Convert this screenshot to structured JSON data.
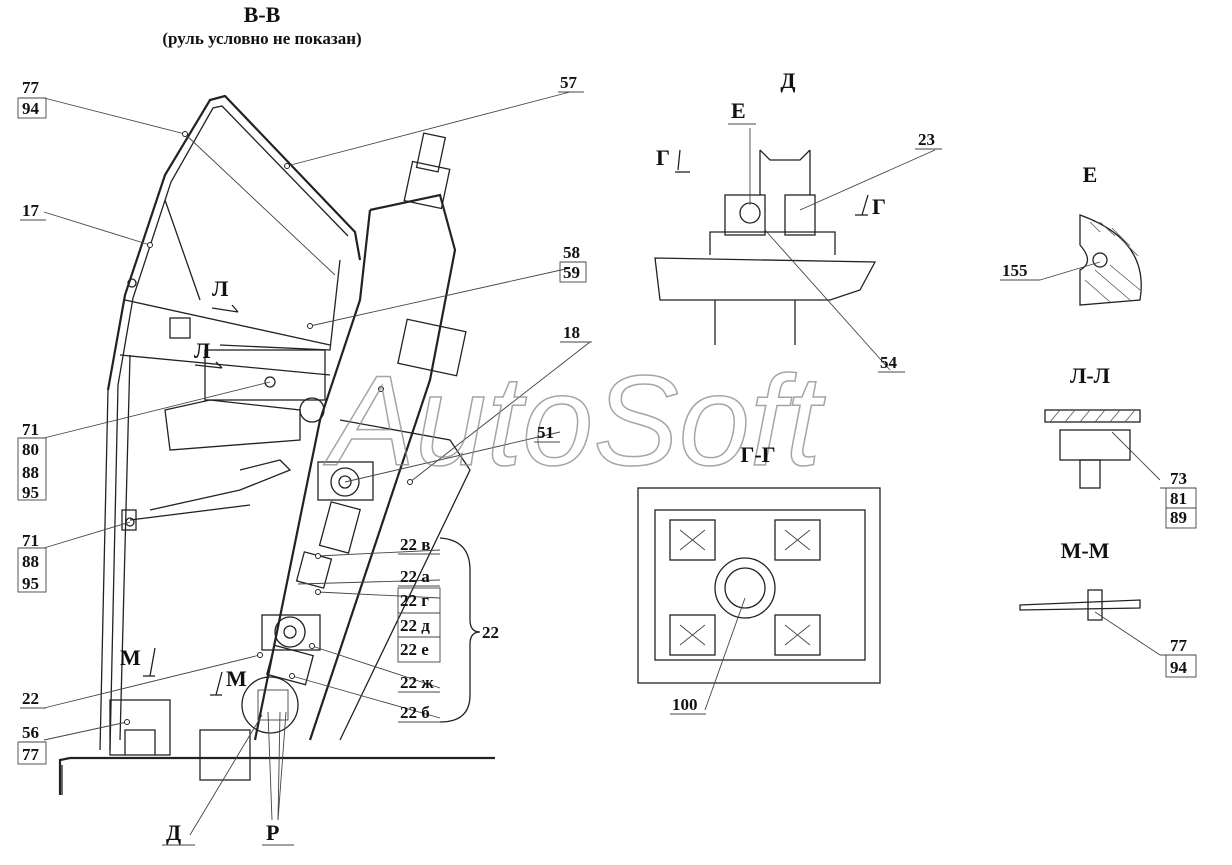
{
  "watermark": "AutoSoft",
  "sections": {
    "bb": {
      "title": "В-В",
      "subtitle": "(руль условно не показан)"
    },
    "d": {
      "title": "Д"
    },
    "e": {
      "title": "Е"
    },
    "ll": {
      "title": "Л-Л"
    },
    "gg": {
      "title": "Г-Г"
    },
    "mm": {
      "title": "М-М"
    }
  },
  "callouts": {
    "c77_94_top": {
      "top": "77",
      "bottom": "94"
    },
    "c17": "17",
    "c57": "57",
    "c58_59": {
      "top": "58",
      "bottom": "59"
    },
    "c18": "18",
    "c71_80_88_95": [
      "71",
      "80",
      "88",
      "95"
    ],
    "c71_88_95": [
      "71",
      "88",
      "95"
    ],
    "c51": "51",
    "c22_left": "22",
    "c56_77": {
      "top": "56",
      "bottom": "77"
    },
    "c22_group": [
      "22 в",
      "22 а",
      "22 г",
      "22 д",
      "22 е",
      "22 ж",
      "22 б"
    ],
    "c22_brace": "22",
    "c23": "23",
    "c54": "54",
    "c100": "100",
    "c155": "155",
    "c73_81_89": [
      "73",
      "81",
      "89"
    ],
    "c77_94_mm": {
      "top": "77",
      "bottom": "94"
    }
  },
  "section_marks": {
    "l_upper": "Л",
    "l_lower": "Л",
    "m_left": "М",
    "m_right": "М",
    "g_left": "Г",
    "g_right": "Г",
    "e_mark": "Е",
    "d_bottom": "Д",
    "r_bottom": "Р"
  }
}
